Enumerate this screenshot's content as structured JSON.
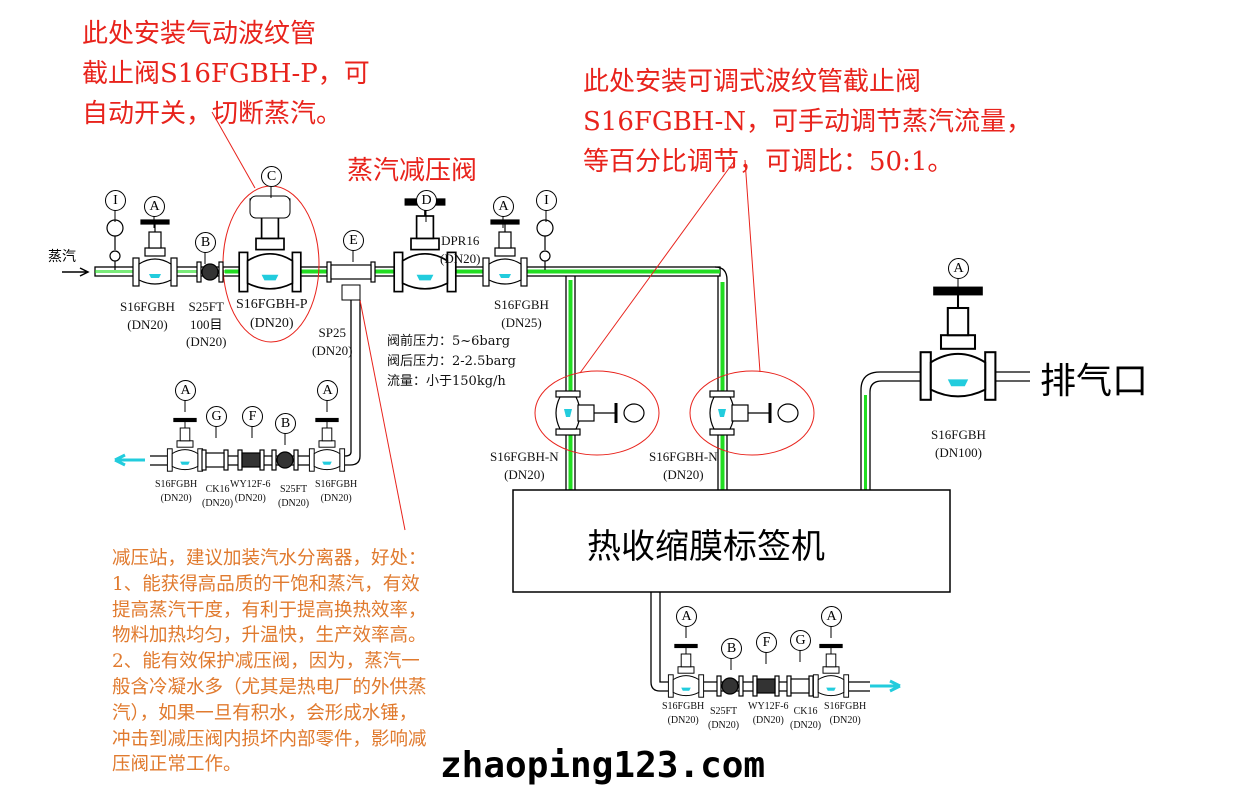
{
  "notes": {
    "top_left": [
      "此处安装气动波纹管",
      "截止阀S16FGBH-P，可",
      "自动开关，切断蒸汽。"
    ],
    "top_right": [
      "此处安装可调式波纹管截止阀",
      "S16FGBH-N，可手动调节蒸汽流量，",
      "等百分比调节，可调比：50:1。"
    ],
    "prv_title": "蒸汽减压阀",
    "pressure": [
      "阀前压力：5~6barg",
      "阀后压力：2-2.5barg",
      "流量：小于150kg/h"
    ],
    "separator": [
      "减压站，建议加装汽水分离器，好处：",
      "1、能获得高品质的干饱和蒸汽，有效",
      "提高蒸汽干度，有利于提高换热效率，",
      "物料加热均匀，升温快，生产效率高。",
      "2、能有效保护减压阀，因为，蒸汽一",
      "般含冷凝水多（尤其是热电厂的外供蒸",
      "汽），如果一旦有积水，会形成水锤，",
      "冲击到减压阀内损坏内部零件，影响减",
      "压阀正常工作。"
    ]
  },
  "steam_inlet": "蒸汽",
  "machine": "热收缩膜标签机",
  "exhaust": "排气口",
  "watermark": "zhaoping123.com",
  "tags": {
    "A": "A",
    "B": "B",
    "C": "C",
    "D": "D",
    "E": "E",
    "F": "F",
    "G": "G",
    "I": "I"
  },
  "main_line": [
    {
      "model": "S16FGBH",
      "size": "(DN20)"
    },
    {
      "model": "S25FT",
      "extra": "100目",
      "size": "(DN20)"
    },
    {
      "model": "S16FGBH-P",
      "size": "(DN20)"
    },
    {
      "model": "SP25",
      "size": "(DN20)"
    },
    {
      "model": "DPR16",
      "size": "(DN20)"
    },
    {
      "model": "S16FGBH",
      "size": "(DN25)"
    }
  ],
  "branch_valves": [
    {
      "model": "S16FGBH-N",
      "size": "(DN20)"
    },
    {
      "model": "S16FGBH-N",
      "size": "(DN20)"
    },
    {
      "model": "S16FGBH",
      "size": "(DN100)"
    }
  ],
  "drain_left": [
    {
      "model": "S16FGBH",
      "size": "(DN20)"
    },
    {
      "model": "CK16",
      "size": "(DN20)"
    },
    {
      "model": "WY12F-6",
      "size": "(DN20)"
    },
    {
      "model": "S25FT",
      "size": "(DN20)"
    },
    {
      "model": "S16FGBH",
      "size": "(DN20)"
    }
  ],
  "drain_bottom": [
    {
      "model": "S16FGBH",
      "size": "(DN20)"
    },
    {
      "model": "S25FT",
      "size": "(DN20)"
    },
    {
      "model": "WY12F-6",
      "size": "(DN20)"
    },
    {
      "model": "CK16",
      "size": "(DN20)"
    },
    {
      "model": "S16FGBH",
      "size": "(DN20)"
    }
  ],
  "colors": {
    "annotation": "#e8231c",
    "note": "#e07a2e",
    "pipe_fill": "#22dd22",
    "flow": "#22ccdd"
  }
}
